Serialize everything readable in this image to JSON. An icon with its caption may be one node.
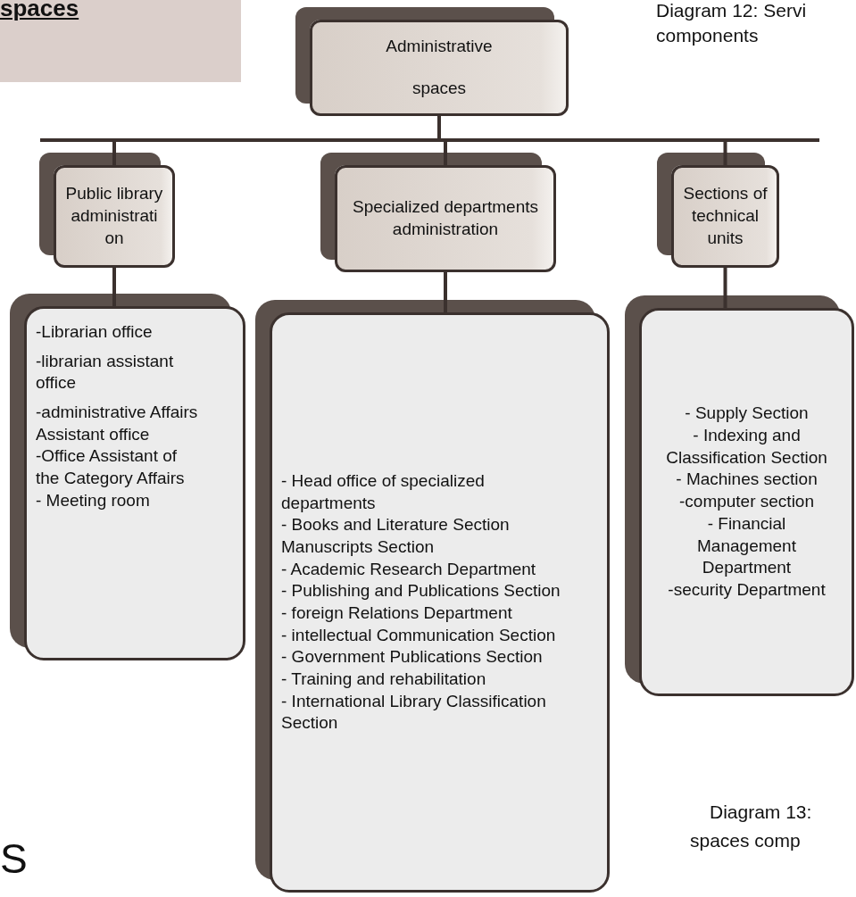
{
  "diagram": {
    "nodes": [
      {
        "text": [
          "Administrative",
          "spaces"
        ]
      },
      {
        "text": [
          "Public library administrati on"
        ]
      },
      {
        "text": [
          "Specialized departments administration"
        ]
      },
      {
        "text": [
          "Sections of technical units"
        ]
      },
      {
        "text": [
          "-Librarian office",
          "-librarian assistant office",
          "-administrative Affairs",
          "Assistant office",
          "-Office Assistant of the Category Affairs",
          "- Meeting room"
        ]
      },
      {
        "text": [
          "- Head office of specialized departments",
          "- Books and Literature Section",
          "Manuscripts Section",
          "- Academic Research Department",
          "- Publishing and Publications Section",
          "- foreign Relations Department",
          "- intellectual Communication Section",
          "- Government Publications Section",
          "- Training and rehabilitation",
          "- International Library Classification Section"
        ]
      },
      {
        "text": [
          "- Supply Section",
          "- Indexing and Classification Section",
          "- Machines section",
          "-computer section",
          "- Financial Management Department",
          "-security Department"
        ]
      }
    ],
    "edges": [
      {
        "from": 0,
        "to": 1,
        "arrow": "none"
      },
      {
        "from": 0,
        "to": 2,
        "arrow": "none"
      },
      {
        "from": 0,
        "to": 3,
        "arrow": "none"
      },
      {
        "from": 1,
        "to": 4,
        "arrow": "none"
      },
      {
        "from": 2,
        "to": 5,
        "arrow": "none"
      },
      {
        "from": 3,
        "to": 6,
        "arrow": "none"
      }
    ],
    "labels": [
      "spaces",
      "Diagram 12: Servi",
      "components",
      "S",
      "Diagram 13:",
      "spaces comp"
    ]
  }
}
